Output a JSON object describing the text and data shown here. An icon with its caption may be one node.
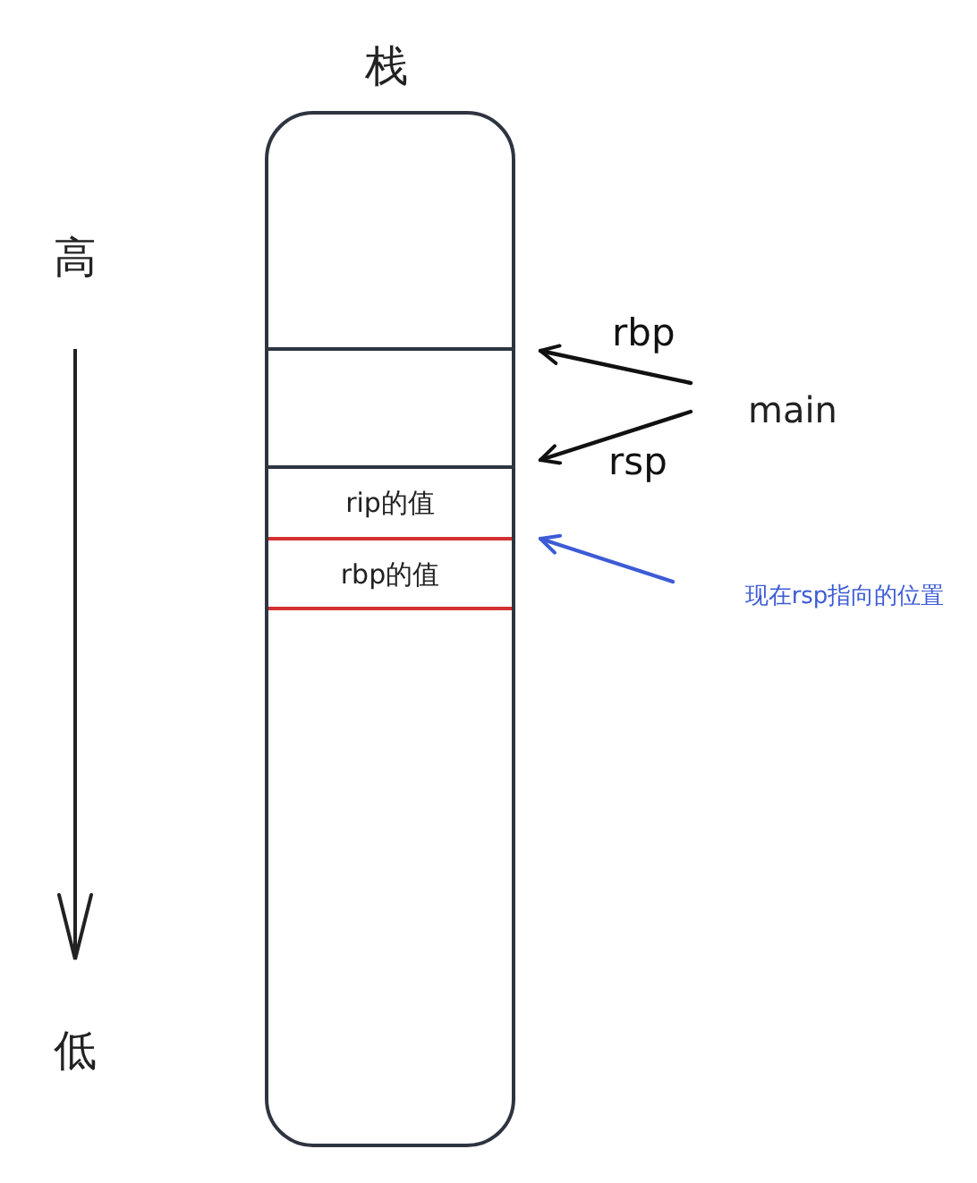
{
  "diagram": {
    "nodes": [
      {
        "text": [
          "栈"
        ]
      },
      {
        "text": [
          "rip的值"
        ],
        "in": 0
      },
      {
        "text": [
          "rbp的值"
        ],
        "in": 0
      },
      {
        "text": [
          "main"
        ]
      },
      {
        "text": [
          "现在rsp指向的位置"
        ]
      }
    ],
    "edges": [
      {
        "from": 3,
        "to": 0,
        "arrow": "to",
        "label": "rbp"
      },
      {
        "from": 3,
        "to": 0,
        "arrow": "to",
        "label": "rsp"
      },
      {
        "from": 4,
        "to": 0,
        "arrow": "to",
        "color": "#3d5bd6"
      }
    ],
    "labels": [
      "高",
      "低"
    ]
  }
}
